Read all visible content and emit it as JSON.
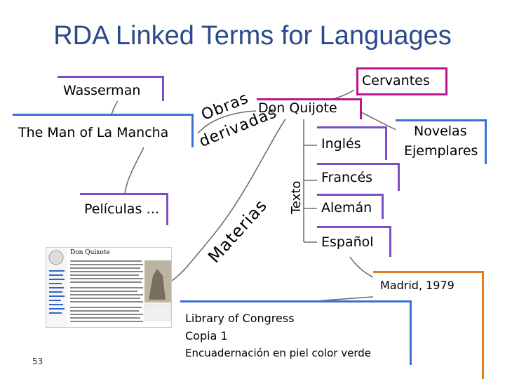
{
  "title": "RDA Linked Terms for Languages",
  "nodes": {
    "wasserman": "Wasserman",
    "man_of_la_mancha": "The Man of La Mancha",
    "cervantes": "Cervantes",
    "don_quijote": "Don Quijote",
    "novelas": [
      "Novelas",
      "Ejemplares"
    ],
    "ingles": "Inglés",
    "frances": "Francés",
    "aleman": "Alemán",
    "espanol": "Español",
    "peliculas": "Películas …",
    "texto": "Texto",
    "obras_derivadas": [
      "Obras",
      "derivadas"
    ],
    "materias": "Materias",
    "madrid": "Madrid, 1979",
    "item": [
      "Library of Congress",
      "Copia 1",
      "Encuadernación en piel color verde"
    ]
  },
  "wiki_image": {
    "heading": "Don Quixote"
  },
  "slide_number": "53",
  "colors": {
    "title": "#2a4a8c",
    "wasserman_border": "#7b4fc4",
    "cervantes_border": "#c0158a",
    "don_quijote_border": "#c0158a",
    "novelas_border": "#3b6fd6",
    "languages_border": "#7b4fc4",
    "man_of_la_mancha_border": "#3b6fd6",
    "peliculas_border": "#7b4fc4",
    "madrid_border": "#e07a1a",
    "item_border": "#3b6fd6",
    "connector": "#6f6f6f"
  }
}
